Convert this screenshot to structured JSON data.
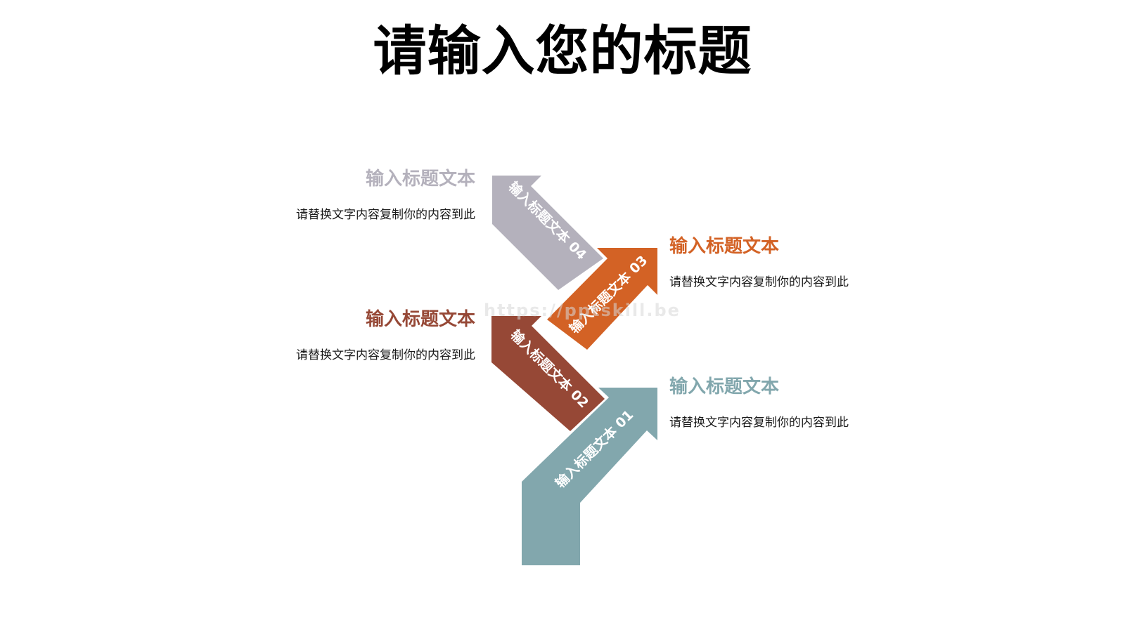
{
  "title": "请输入您的标题",
  "watermark": "https://pptskill.be",
  "colors": {
    "step01": "#82a7ad",
    "step02": "#964836",
    "step03": "#d36225",
    "step04": "#b4b1bc",
    "arrow_text": "#ffffff",
    "body_text": "#1a1a1a"
  },
  "steps": [
    {
      "arrow_label": "输入标题文本 01",
      "callout_title": "输入标题文本",
      "callout_body": "请替换文字内容复制你的内容到此"
    },
    {
      "arrow_label": "输入标题文本 02",
      "callout_title": "输入标题文本",
      "callout_body": "请替换文字内容复制你的内容到此"
    },
    {
      "arrow_label": "输入标题文本 03",
      "callout_title": "输入标题文本",
      "callout_body": "请替换文字内容复制你的内容到此"
    },
    {
      "arrow_label": "输入标题文本 04",
      "callout_title": "输入标题文本",
      "callout_body": "请替换文字内容复制你的内容到此"
    }
  ]
}
